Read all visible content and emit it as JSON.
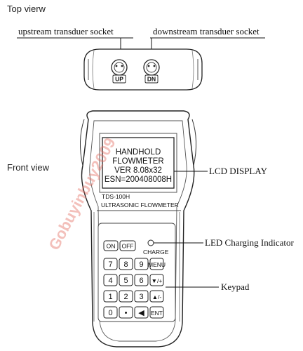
{
  "top_view": {
    "heading": "Top vierw",
    "left_label": "upstream transduer socket",
    "right_label": "downstream transduer socket",
    "socket_up": "UP",
    "socket_dn": "DN"
  },
  "front_view": {
    "heading": "Front view",
    "lcd_lines": [
      "HANDHOLD",
      "FLOWMETER",
      "VER 8.08x32",
      "ESN=200408008H"
    ],
    "model": "TDS-100H",
    "model_subtitle": "ULTRASONIC FLOWMETER",
    "charge_label": "CHARGE",
    "callouts": {
      "lcd": "LCD DISPLAY",
      "led": "LED Charging Indicator",
      "keypad": "Keypad"
    },
    "keys": {
      "on": "ON",
      "off": "OFF",
      "row1": [
        "7",
        "8",
        "9",
        "MENU"
      ],
      "row2": [
        "4",
        "5",
        "6",
        "▼/+"
      ],
      "row3": [
        "1",
        "2",
        "3",
        "▲/-"
      ],
      "row4": [
        "0",
        "•",
        "◀",
        "ENT"
      ]
    }
  },
  "watermark": "Gobuyinbuy2009"
}
